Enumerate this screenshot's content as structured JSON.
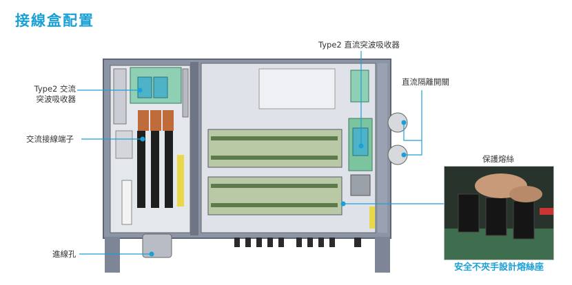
{
  "title": "接線盒配置",
  "labels": {
    "ac_spd_line1": "Type2 交流",
    "ac_spd_line2": "突波吸收器",
    "ac_terminal": "交流接線端子",
    "cable_entry": "進線孔",
    "dc_spd": "Type2 直流突波吸收器",
    "dc_switch": "直流隔離開關",
    "fuse": "保護熔絲",
    "fuse_caption": "安全不夾手設計熔絲座"
  },
  "colors": {
    "accent": "#1a9fd6",
    "cabinet": "#8c95a6",
    "panel": "#e6e8ec",
    "pcb": "#8fd0b4"
  }
}
